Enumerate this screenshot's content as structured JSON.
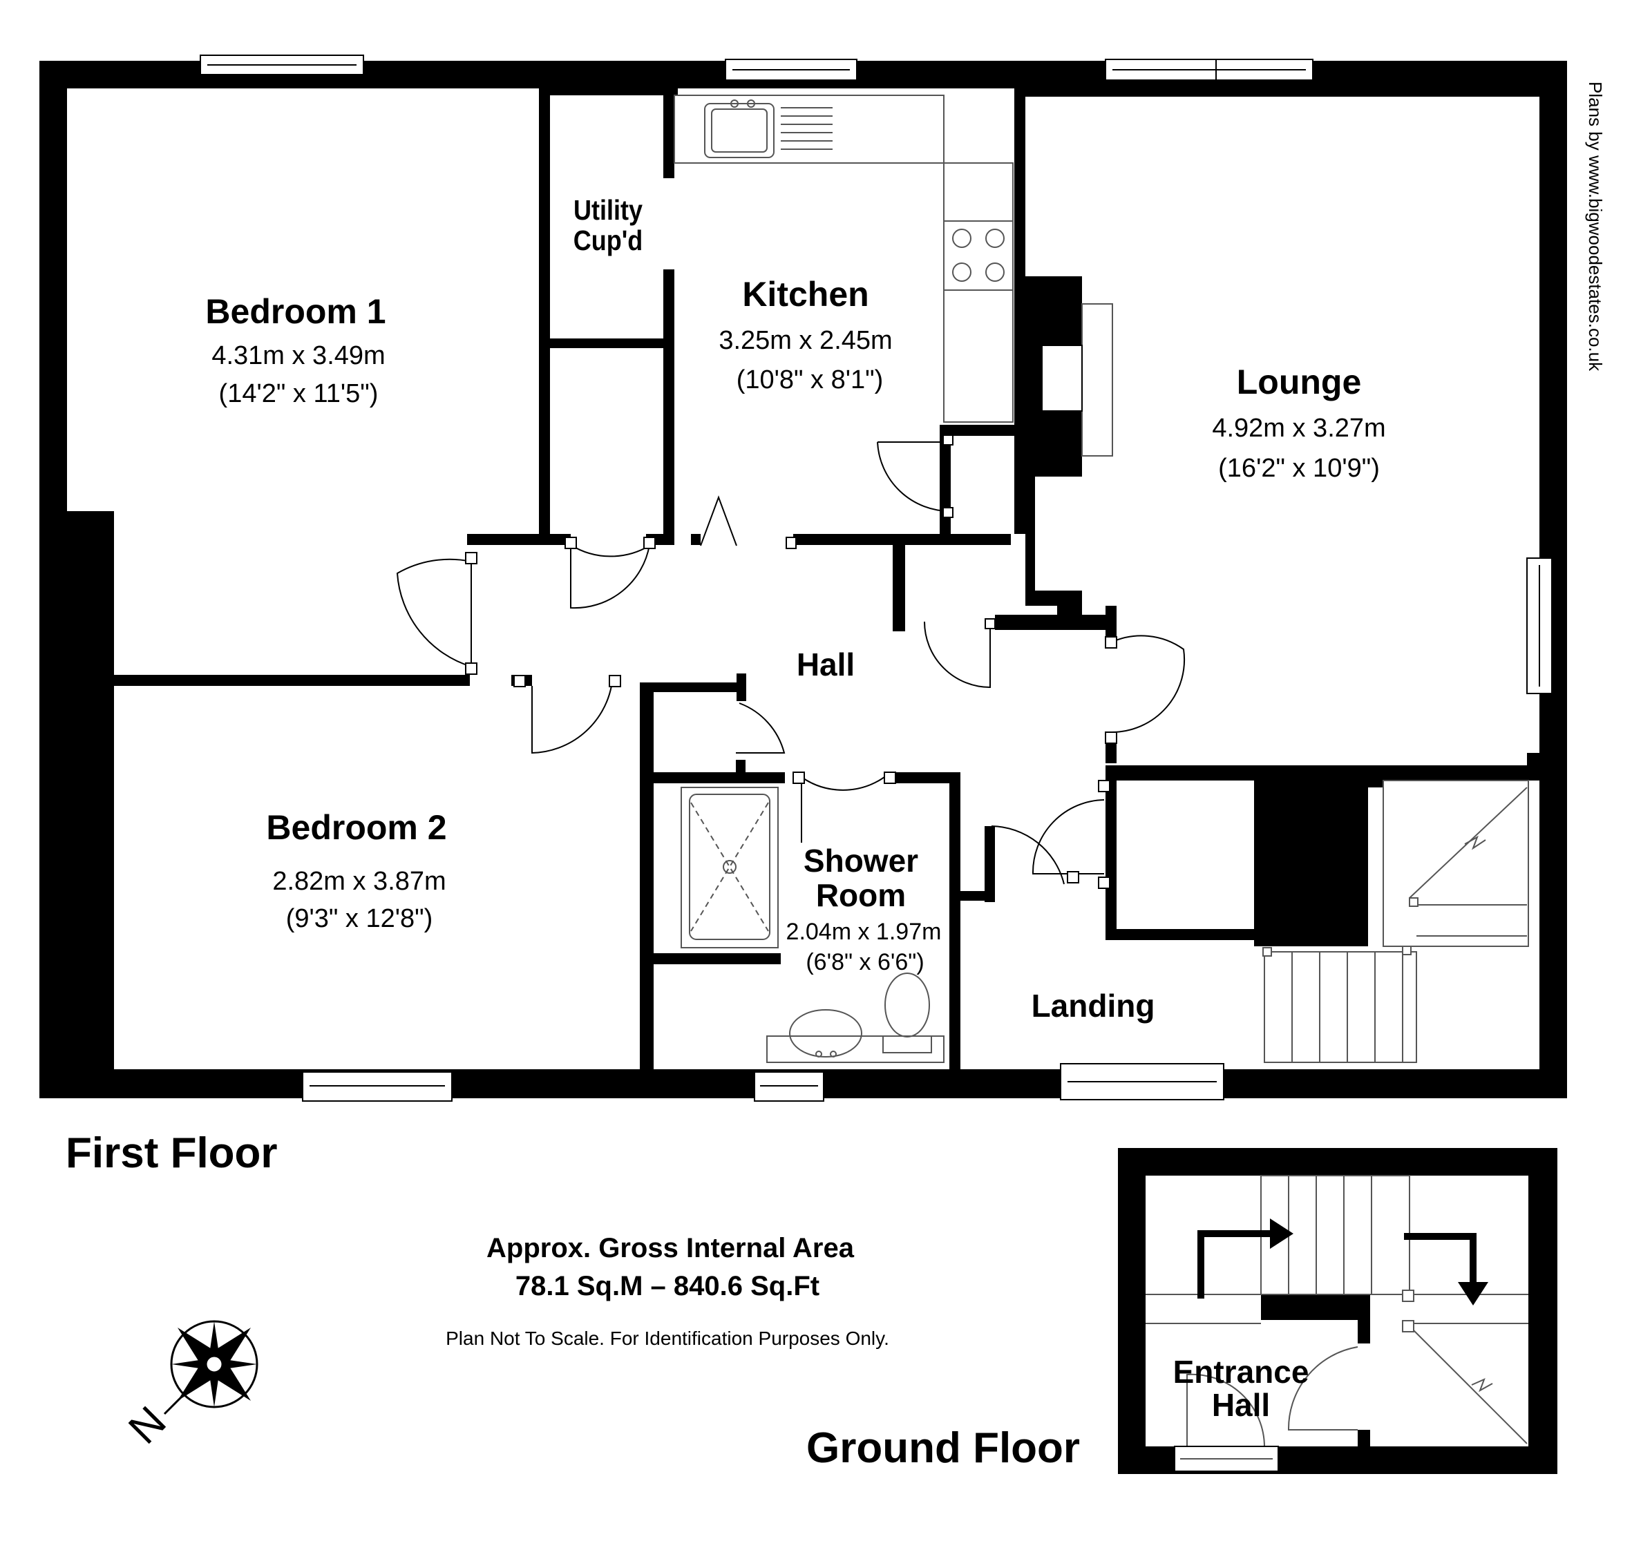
{
  "rooms": {
    "bedroom1": {
      "name": "Bedroom 1",
      "metric": "4.31m x 3.49m",
      "imperial": "(14'2\" x 11'5\")"
    },
    "kitchen": {
      "name": "Kitchen",
      "metric": "3.25m x 2.45m",
      "imperial": "(10'8\" x 8'1\")"
    },
    "utility": {
      "line1": "Utility",
      "line2": "Cup'd"
    },
    "lounge": {
      "name": "Lounge",
      "metric": "4.92m x 3.27m",
      "imperial": "(16'2\" x 10'9\")"
    },
    "hall": {
      "name": "Hall"
    },
    "bedroom2": {
      "name": "Bedroom 2",
      "metric": "2.82m x 3.87m",
      "imperial": "(9'3\" x 12'8\")"
    },
    "shower": {
      "line1": "Shower",
      "line2": "Room",
      "metric": "2.04m x 1.97m",
      "imperial": "(6'8\" x 6'6\")"
    },
    "landing": {
      "name": "Landing"
    },
    "entrance": {
      "line1": "Entrance",
      "line2": "Hall"
    }
  },
  "floors": {
    "first": "First Floor",
    "ground": "Ground Floor"
  },
  "area": {
    "title": "Approx. Gross Internal Area",
    "value": "78.1 Sq.M – 840.6 Sq.Ft",
    "note": "Plan Not To Scale. For Identification Purposes Only."
  },
  "credit": "Plans by www.bigwoodestates.co.uk",
  "compass": {
    "letter": "N"
  },
  "colors": {
    "wall": "#000000",
    "background": "#ffffff",
    "fixture": "#555555"
  }
}
